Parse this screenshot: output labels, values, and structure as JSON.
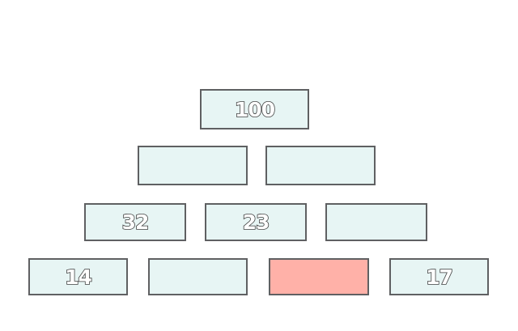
{
  "puzzle": {
    "rows": [
      {
        "bricks": [
          {
            "value": "100",
            "state": "given"
          }
        ]
      },
      {
        "bricks": [
          {
            "value": "",
            "state": "empty"
          },
          {
            "value": "",
            "state": "empty"
          }
        ]
      },
      {
        "bricks": [
          {
            "value": "32",
            "state": "given"
          },
          {
            "value": "23",
            "state": "given"
          },
          {
            "value": "",
            "state": "empty"
          }
        ]
      },
      {
        "bricks": [
          {
            "value": "14",
            "state": "given"
          },
          {
            "value": "",
            "state": "empty"
          },
          {
            "value": "",
            "state": "selected"
          },
          {
            "value": "17",
            "state": "given"
          }
        ]
      }
    ]
  },
  "colors": {
    "brick_fill": "#e7f5f4",
    "selected_fill": "#ffb1a8",
    "border": "#5f6062"
  }
}
